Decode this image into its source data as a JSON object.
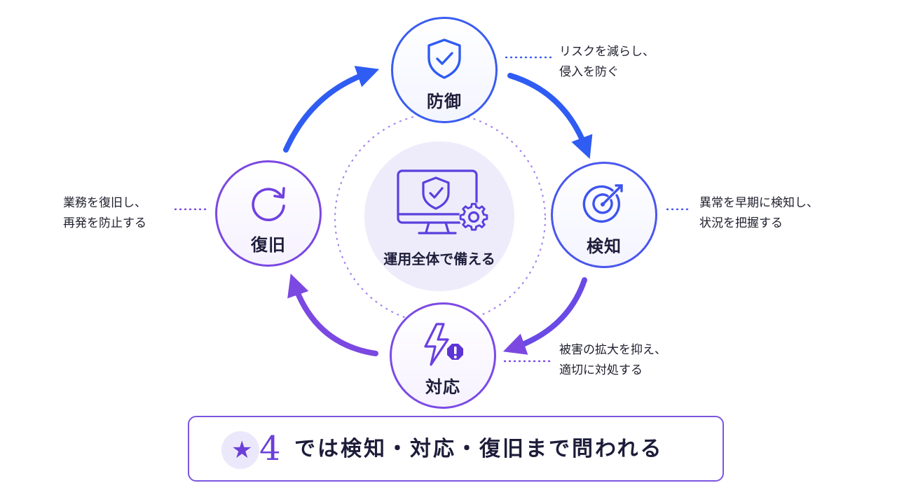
{
  "colors": {
    "blue": "#2f5cf2",
    "indigo": "#4a56ee",
    "purple": "#7b48e2",
    "dots_purple": "#a584ee",
    "text": "#1d1d3a"
  },
  "center": {
    "label": "運用全体で備える",
    "icons": [
      "monitor-icon",
      "shield-check-icon",
      "gear-icon"
    ]
  },
  "nodes": {
    "defense": {
      "label": "防御",
      "icon": "shield-check-icon"
    },
    "detect": {
      "label": "検知",
      "icon": "target-icon"
    },
    "respond": {
      "label": "対応",
      "icon": "lightning-alert-icon"
    },
    "recover": {
      "label": "復旧",
      "icon": "refresh-icon"
    }
  },
  "descriptions": {
    "defense": [
      "リスクを減らし、",
      "侵入を防ぐ"
    ],
    "detect": [
      "異常を早期に検知し、",
      "状況を把握する"
    ],
    "respond": [
      "被害の拡大を抑え、",
      "適切に対処する"
    ],
    "recover": [
      "業務を復旧し、",
      "再発を防止する"
    ]
  },
  "banner": {
    "star": "★",
    "number": "4",
    "text": "では検知・対応・復旧まで問われる"
  }
}
